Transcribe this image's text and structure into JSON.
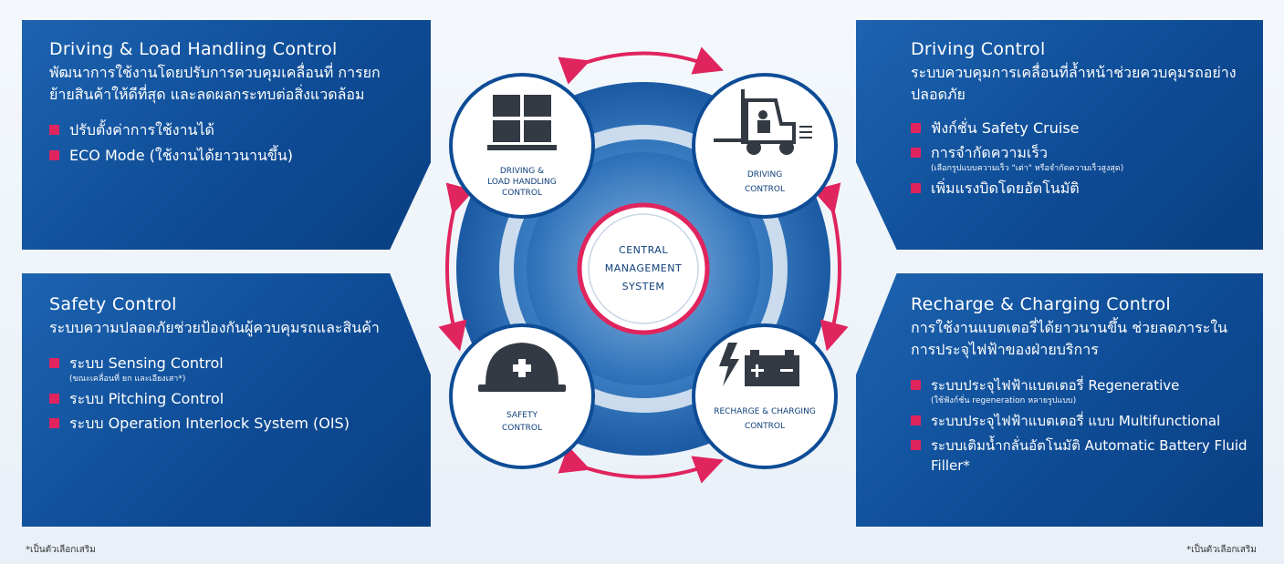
{
  "panels": {
    "top_left": {
      "title": "Driving & Load Handling Control",
      "description": "พัฒนาการใช้งานโดยปรับการควบคุมเคลื่อนที่ การยกย้ายสินค้าให้ดีที่สุด และลดผลกระทบต่อสิ่งแวดล้อม",
      "bullets": [
        {
          "text": "ปรับตั้งค่าการใช้งานได้"
        },
        {
          "text": "ECO Mode (ใช้งานได้ยาวนานขึ้น)"
        }
      ]
    },
    "bottom_left": {
      "title": "Safety Control",
      "description": "ระบบความปลอดภัยช่วยป้องกันผู้ควบคุมรถและสินค้า",
      "bullets": [
        {
          "text": "ระบบ Sensing Control",
          "sub": "(ขณะเคลื่อนที่ ยก และเอียงเสา*)"
        },
        {
          "text": "ระบบ Pitching Control"
        },
        {
          "text": "ระบบ Operation Interlock System (OIS)"
        }
      ]
    },
    "top_right": {
      "title": "Driving Control",
      "description": "ระบบควบคุมการเคลื่อนที่ล้ำหน้าช่วยควบคุมรถอย่างปลอดภัย",
      "bullets": [
        {
          "text": "ฟังก์ชั่น Safety Cruise"
        },
        {
          "text": "การจำกัดความเร็ว",
          "sub": "(เลือกรูปแบบความเร็ว \"เต่า\" หรือจำกัดความเร็วสูงสุด)"
        },
        {
          "text": "เพิ่มแรงบิดโดยอัตโนมัติ"
        }
      ]
    },
    "bottom_right": {
      "title": "Recharge & Charging Control",
      "description": "การใช้งานแบตเตอรี่ได้ยาวนานขึ้น ช่วยลดภาระในการประจุไฟฟ้าของฝ่ายบริการ",
      "bullets": [
        {
          "text": "ระบบประจุไฟฟ้าแบตเตอรี่  Regenerative",
          "sub": "(ใช้ฟังก์ชั่น regeneration หลายรูปแบบ)"
        },
        {
          "text": "ระบบประจุไฟฟ้าแบตเตอรี่ แบบ Multifunctional"
        },
        {
          "text": "ระบบเติมน้ำกลั่นอัตโนมัติ Automatic Battery Fluid Filler*"
        }
      ]
    }
  },
  "diagram": {
    "center": [
      "CENTRAL",
      "MANAGEMENT",
      "SYSTEM"
    ],
    "circles": {
      "load_handling": {
        "label": [
          "DRIVING &",
          "LOAD HANDLING",
          "CONTROL"
        ],
        "icon": "pallet-boxes-icon"
      },
      "driving": {
        "label": [
          "DRIVING",
          "CONTROL"
        ],
        "icon": "forklift-icon"
      },
      "safety": {
        "label": [
          "SAFETY",
          "CONTROL"
        ],
        "icon": "hard-hat-icon"
      },
      "recharge": {
        "label": [
          "RECHARGE & CHARGING",
          "CONTROL"
        ],
        "icon": "battery-charge-icon"
      }
    }
  },
  "footnotes": {
    "left": "*เป็นตัวเลือกเสริม",
    "right": "*เป็นตัวเลือกเสริม"
  },
  "colors": {
    "panel_blue": "#0e4c96",
    "accent_pink": "#e0245e",
    "ring_blue": "#2a6fb8",
    "label_navy": "#0f3f7a"
  }
}
